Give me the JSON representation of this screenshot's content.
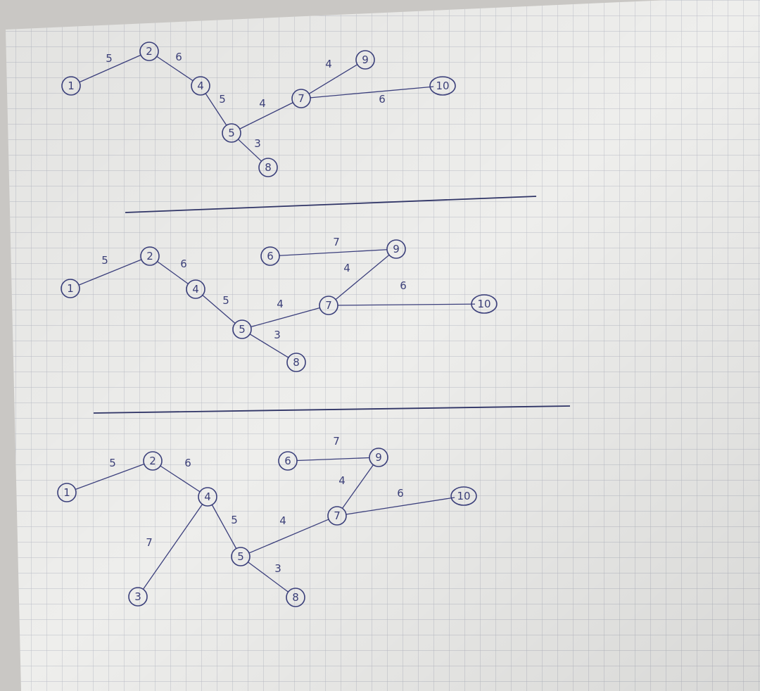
{
  "page": {
    "colors": {
      "paper": "#eeeeec",
      "grid": "#b9bcc6",
      "ink": "#3b3f7a"
    }
  },
  "graphs": [
    {
      "id": "stage-1",
      "nodes": [
        "1",
        "2",
        "4",
        "5",
        "7",
        "8",
        "9",
        "10"
      ],
      "edges": [
        {
          "from": "1",
          "to": "2",
          "weight": "5"
        },
        {
          "from": "2",
          "to": "4",
          "weight": "6"
        },
        {
          "from": "4",
          "to": "5",
          "weight": "5"
        },
        {
          "from": "5",
          "to": "7",
          "weight": "4"
        },
        {
          "from": "5",
          "to": "8",
          "weight": "3"
        },
        {
          "from": "7",
          "to": "9",
          "weight": "4"
        },
        {
          "from": "7",
          "to": "10",
          "weight": "6"
        }
      ]
    },
    {
      "id": "stage-2",
      "nodes": [
        "1",
        "2",
        "4",
        "5",
        "6",
        "7",
        "8",
        "9",
        "10"
      ],
      "edges": [
        {
          "from": "1",
          "to": "2",
          "weight": "5"
        },
        {
          "from": "2",
          "to": "4",
          "weight": "6"
        },
        {
          "from": "4",
          "to": "5",
          "weight": "5"
        },
        {
          "from": "5",
          "to": "7",
          "weight": "4"
        },
        {
          "from": "5",
          "to": "8",
          "weight": "3"
        },
        {
          "from": "6",
          "to": "9",
          "weight": "7"
        },
        {
          "from": "7",
          "to": "9",
          "weight": "4"
        },
        {
          "from": "7",
          "to": "10",
          "weight": "6"
        }
      ]
    },
    {
      "id": "stage-3",
      "nodes": [
        "1",
        "2",
        "3",
        "4",
        "5",
        "6",
        "7",
        "8",
        "9",
        "10"
      ],
      "edges": [
        {
          "from": "1",
          "to": "2",
          "weight": "5"
        },
        {
          "from": "2",
          "to": "4",
          "weight": "6"
        },
        {
          "from": "4",
          "to": "3",
          "weight": "7"
        },
        {
          "from": "4",
          "to": "5",
          "weight": "5"
        },
        {
          "from": "5",
          "to": "7",
          "weight": "4"
        },
        {
          "from": "5",
          "to": "8",
          "weight": "3"
        },
        {
          "from": "6",
          "to": "9",
          "weight": "7"
        },
        {
          "from": "7",
          "to": "9",
          "weight": "4"
        },
        {
          "from": "7",
          "to": "10",
          "weight": "6"
        }
      ]
    }
  ]
}
